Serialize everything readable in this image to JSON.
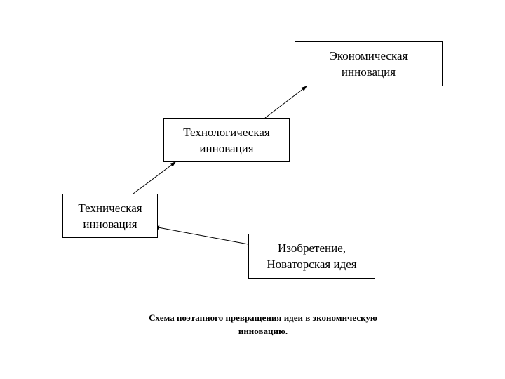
{
  "boxes": {
    "economic": {
      "line1": "Экономическая",
      "line2": "инновация"
    },
    "tech_proc": {
      "line1": "Технологическая",
      "line2": "инновация"
    },
    "technical": {
      "line1": "Техническая",
      "line2": "инновация"
    },
    "invention": {
      "line1": "Изобретение,",
      "line2": "Новаторская идея"
    }
  },
  "caption": {
    "line1": "Схема поэтапного превращения идеи в экономическую",
    "line2": "инновацию."
  },
  "colors": {
    "stroke": "#000000",
    "background": "#ffffff"
  }
}
